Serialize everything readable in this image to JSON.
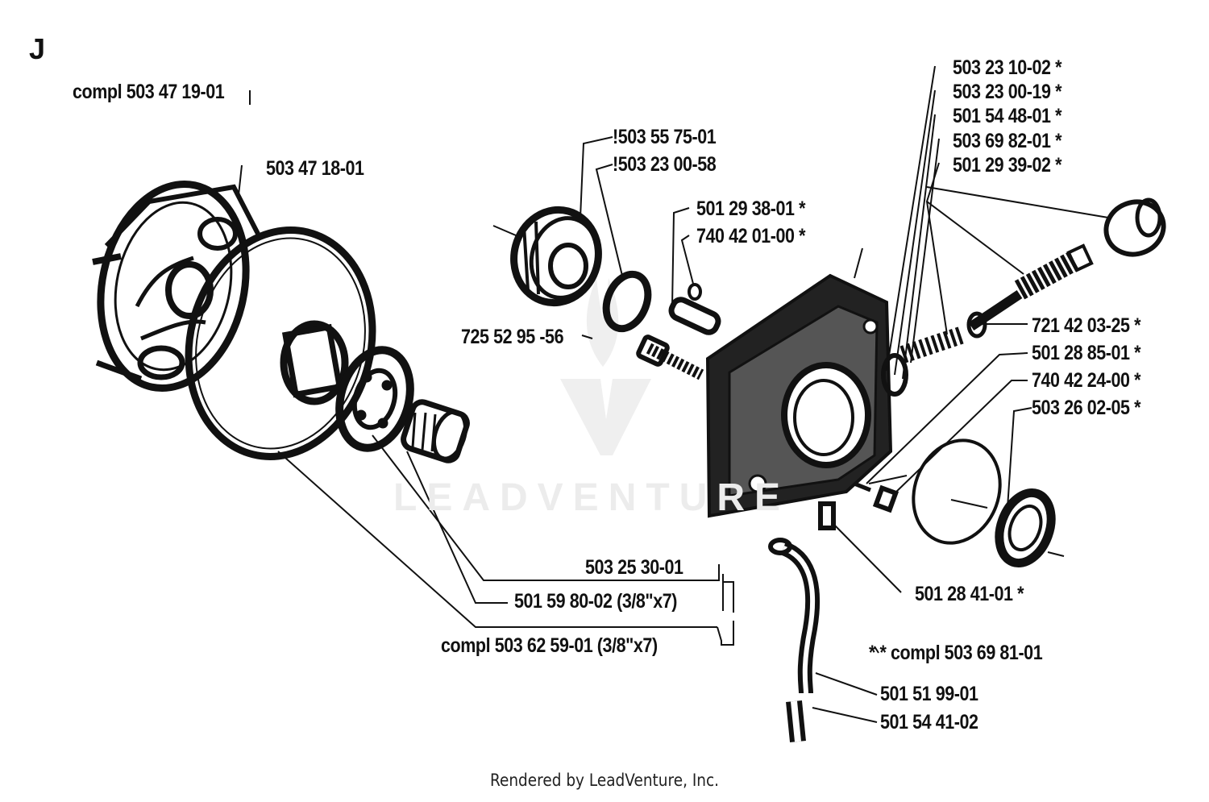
{
  "section_letter": "J",
  "watermark": "LEADVENTURE",
  "footer": "Rendered by LeadVenture, Inc.",
  "labels": {
    "compl_503_47_19_01": "compl 503 47 19-01",
    "p503_47_18_01": "503 47 18-01",
    "p503_55_75_01": "!503 55 75-01",
    "p503_23_00_58": "!503 23 00-58",
    "p501_29_38_01": "501 29 38-01  *",
    "p740_42_01_00": "740 42 01-00  *",
    "p725_52_95_56": "725 52 95 -56",
    "p503_23_10_02": "503 23 10-02  *",
    "p503_23_00_19": "503 23 00-19  *",
    "p501_54_48_01": "501 54 48-01  *",
    "p503_69_82_01": "503 69 82-01  *",
    "p501_29_39_02": "501 29 39-02  *",
    "p721_42_03_25": "721 42 03-25  *",
    "p501_28_85_01": "501 28 85-01  *",
    "p740_42_24_00": "740 42 24-00 *",
    "p503_26_02_05": "503 26 02-05  *",
    "p503_25_30_01": "503 25 30-01",
    "p501_59_80_02": "501 59 80-02 (3/8\"x7)",
    "compl_503_62_59_01": "compl 503 62 59-01 (3/8\"x7)",
    "p501_28_41_01": "501 28 41-01  *",
    "compl_503_69_81_01": "*  *  compl 503 69 81-01",
    "p501_51_99_01": "501 51 99-01",
    "p501_54_41_02": "501 54 41-02"
  }
}
